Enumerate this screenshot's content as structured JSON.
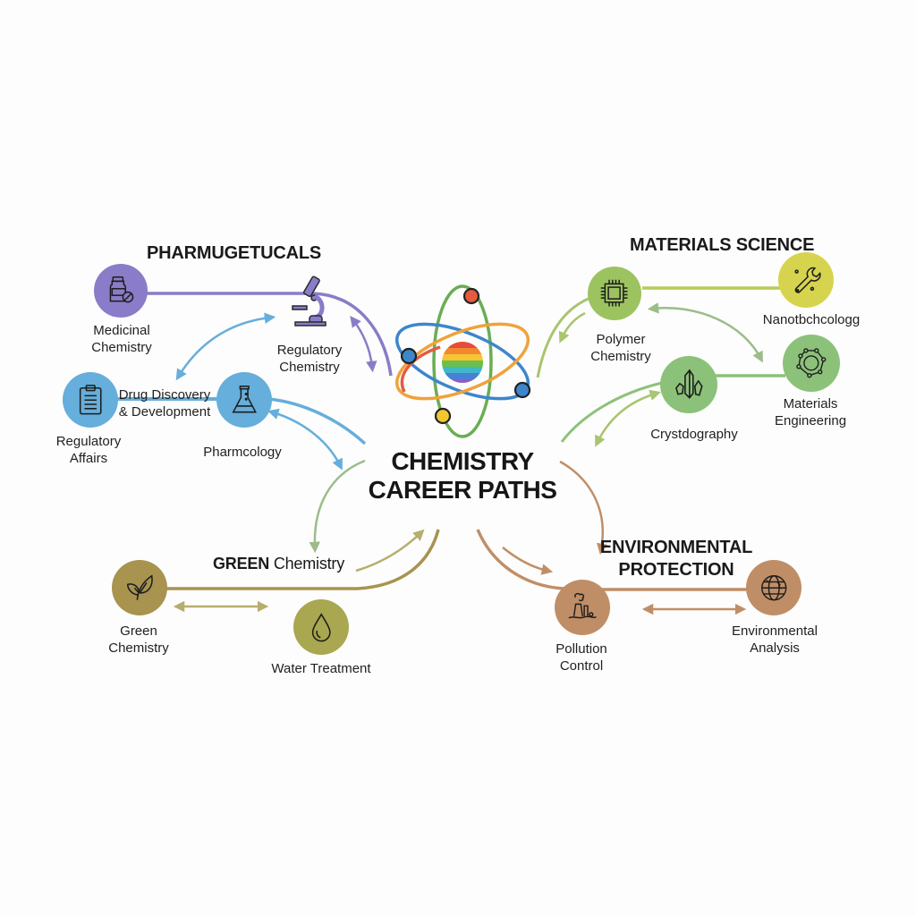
{
  "title": {
    "line1": "CHEMISTRY",
    "line2": "CAREER PATHS"
  },
  "colors": {
    "pharma": "#8a7cc8",
    "pharma_blue": "#66aedb",
    "materials": "#9cc360",
    "materials_yellow": "#d6d44e",
    "materials_green": "#8cc17a",
    "green": "#a8934f",
    "green_node2": "#a9a74f",
    "environment": "#c08e66",
    "atom_red": "#e65a3e",
    "atom_blue": "#3c86cc",
    "atom_orange": "#f0a23a",
    "atom_green": "#6aad55",
    "atom_yellow": "#f2c730"
  },
  "sections": {
    "pharma": "PHARMUGETUCALS",
    "materials": "MATERIALS SCIENCE",
    "green_bold": "GREEN",
    "green_rest": " Chemistry",
    "env_line1": "ENVIRONMENTAL",
    "env_line2": "PROTECTION"
  },
  "nodes": {
    "medicinal": {
      "label": "Medicinal\nChemistry",
      "icon": "medicine-bottle-icon"
    },
    "regulatory_chem": {
      "label": "Regulatory\nChemistry",
      "icon": "microscope-icon"
    },
    "regulatory_affairs": {
      "label": "Regulatory\nAffairs",
      "icon": "clipboard-icon"
    },
    "drug_discovery": {
      "label": "Drug Discovery\n& Development"
    },
    "pharmacology": {
      "label": "Pharmcology",
      "icon": "flask-icon"
    },
    "polymer": {
      "label": "Polymer\nChemistry",
      "icon": "chip-icon"
    },
    "nanotech": {
      "label": "Nanotbchcologg",
      "icon": "wrench-icon"
    },
    "crystallography": {
      "label": "Crystdography",
      "icon": "crystal-icon"
    },
    "materials_eng": {
      "label": "Materials\nEngineering",
      "icon": "molecule-network-icon"
    },
    "green_chem": {
      "label": "Green\nChemistry",
      "icon": "leaf-icon"
    },
    "water": {
      "label": "Water Treatment",
      "icon": "water-drop-icon"
    },
    "pollution": {
      "label": "Pollution\nControl",
      "icon": "factory-icon"
    },
    "env_analysis": {
      "label": "Environmental\nAnalysis",
      "icon": "globe-icon"
    }
  }
}
